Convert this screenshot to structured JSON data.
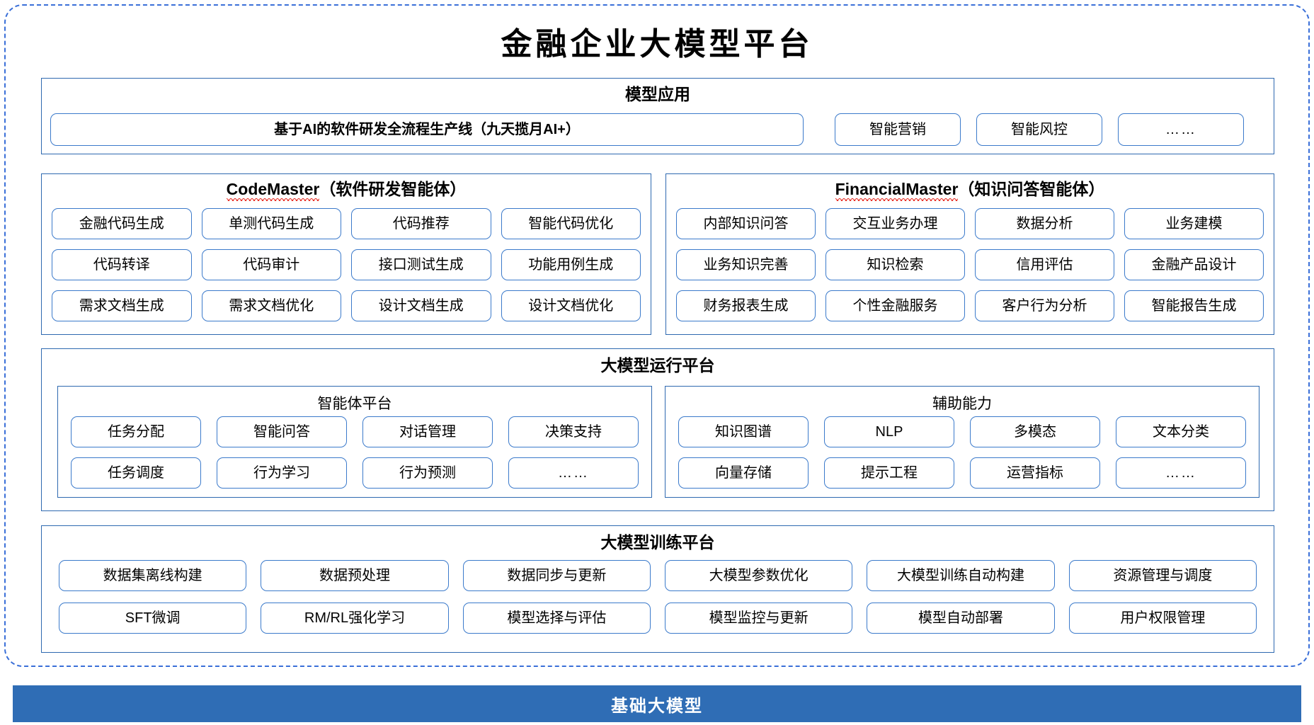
{
  "title": "金融企业大模型平台",
  "model_application": {
    "title": "模型应用",
    "wide_item": "基于AI的软件研发全流程生产线（九天揽月AI+）",
    "items": [
      "智能营销",
      "智能风控",
      "……"
    ]
  },
  "code_master": {
    "title_en": "CodeMaster",
    "title_cn": "（软件研发智能体）",
    "items": [
      "金融代码生成",
      "单测代码生成",
      "代码推荐",
      "智能代码优化",
      "代码转译",
      "代码审计",
      "接口测试生成",
      "功能用例生成",
      "需求文档生成",
      "需求文档优化",
      "设计文档生成",
      "设计文档优化"
    ]
  },
  "financial_master": {
    "title_en": "FinancialMaster",
    "title_cn": "（知识问答智能体）",
    "items": [
      "内部知识问答",
      "交互业务办理",
      "数据分析",
      "业务建模",
      "业务知识完善",
      "知识检索",
      "信用评估",
      "金融产品设计",
      "财务报表生成",
      "个性金融服务",
      "客户行为分析",
      "智能报告生成"
    ]
  },
  "run_platform": {
    "title": "大模型运行平台",
    "agent_platform": {
      "title": "智能体平台",
      "items": [
        "任务分配",
        "智能问答",
        "对话管理",
        "决策支持",
        "任务调度",
        "行为学习",
        "行为预测",
        "……"
      ]
    },
    "auxiliary": {
      "title": "辅助能力",
      "items": [
        "知识图谱",
        "NLP",
        "多模态",
        "文本分类",
        "向量存储",
        "提示工程",
        "运营指标",
        "……"
      ]
    }
  },
  "train_platform": {
    "title": "大模型训练平台",
    "items": [
      "数据集离线构建",
      "数据预处理",
      "数据同步与更新",
      "大模型参数优化",
      "大模型训练自动构建",
      "资源管理与调度",
      "SFT微调",
      "RM/RL强化学习",
      "模型选择与评估",
      "模型监控与更新",
      "模型自动部署",
      "用户权限管理"
    ]
  },
  "foundation": {
    "label": "基础大模型",
    "color": "#2F6DB5"
  },
  "colors": {
    "frame_border": "#3A6FD8",
    "panel_border": "#2E69B0",
    "chip_border": "#3B7ACB",
    "spell_underline": "#E8332A"
  }
}
